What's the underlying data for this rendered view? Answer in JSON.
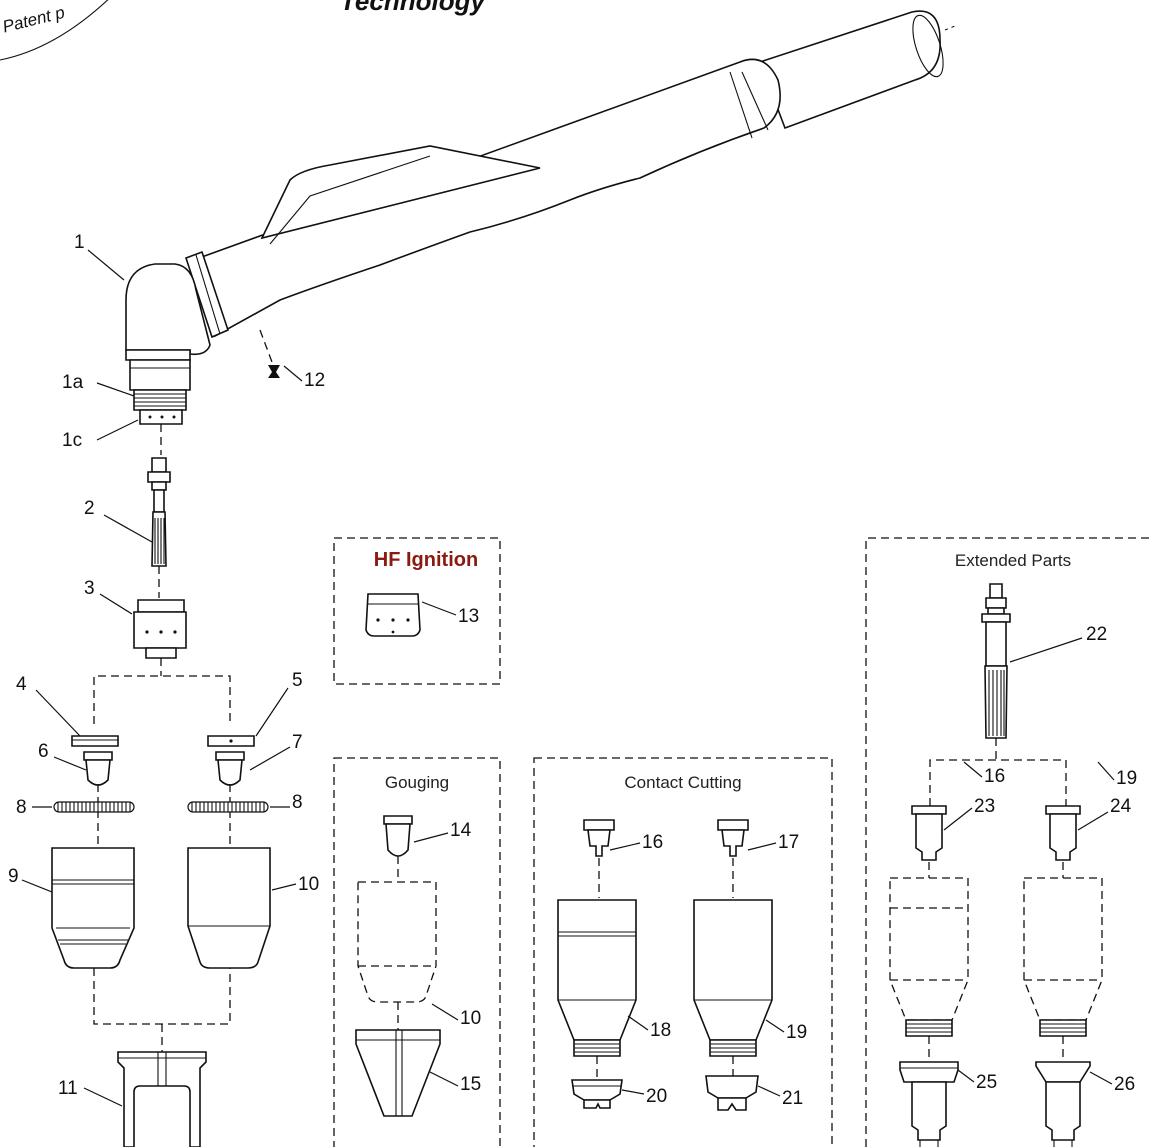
{
  "header": {
    "title_fragment": "Technology",
    "stamp_fragment": "Patent p"
  },
  "callouts": {
    "p1": "1",
    "p1a": "1a",
    "p1c": "1c",
    "p2": "2",
    "p3": "3",
    "p4": "4",
    "p5": "5",
    "p6": "6",
    "p7": "7",
    "p8a": "8",
    "p8b": "8",
    "p9": "9",
    "p10a": "10",
    "p10b": "10",
    "p11": "11",
    "p12": "12",
    "p13": "13",
    "p14": "14",
    "p15": "15",
    "p16a": "16",
    "p16b": "16",
    "p17": "17",
    "p18": "18",
    "p19a": "19",
    "p19b": "19",
    "p20": "20",
    "p21": "21",
    "p22": "22",
    "p23": "23",
    "p24": "24",
    "p25": "25",
    "p26": "26"
  },
  "groups": {
    "hf_ignition": "HF Ignition",
    "gouging": "Gouging",
    "contact_cutting": "Contact Cutting",
    "extended_parts": "Extended Parts"
  },
  "colors": {
    "line": "#111111",
    "hf_title": "#8b1a10",
    "background": "#ffffff"
  }
}
